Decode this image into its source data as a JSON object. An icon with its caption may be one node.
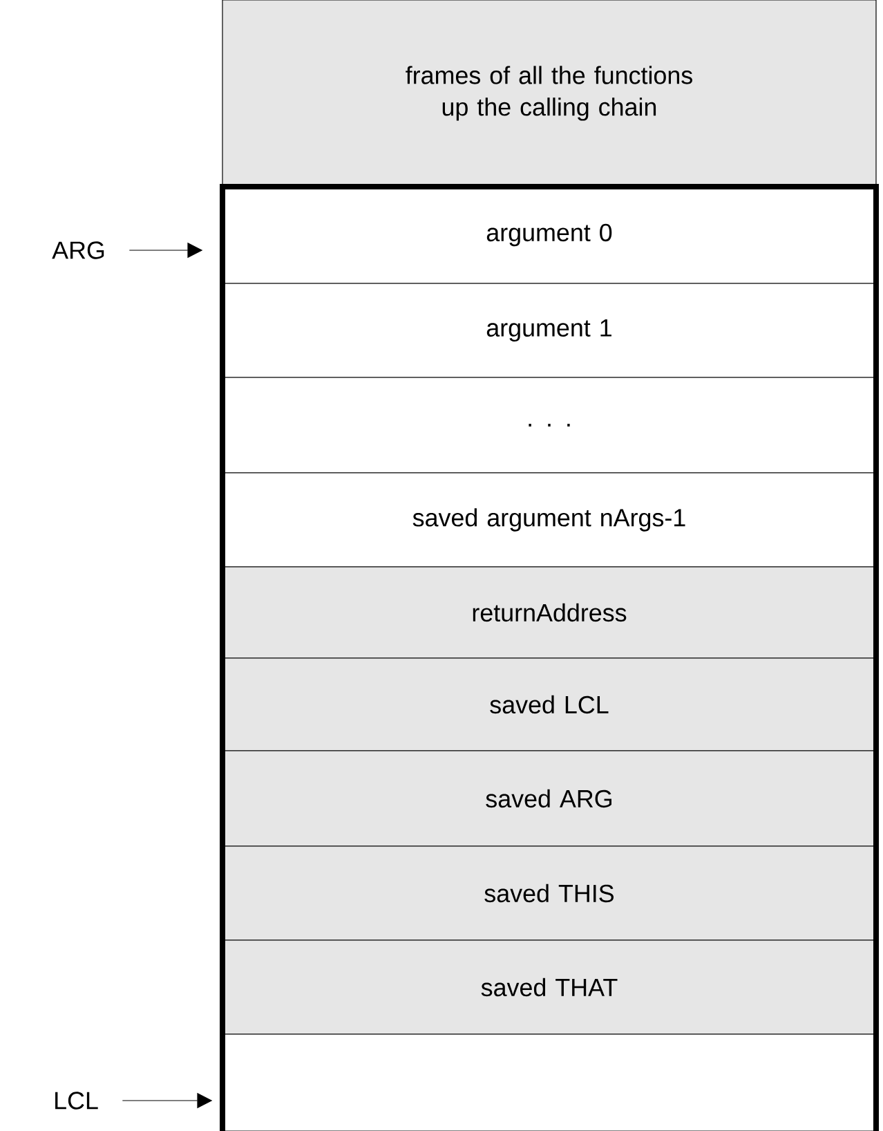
{
  "diagram": {
    "nodes": [
      {
        "text": [
          "frames of all the functions up the calling chain"
        ]
      },
      {
        "text": [
          "argument  0"
        ]
      },
      {
        "text": [
          "argument  1"
        ]
      },
      {
        "text": [
          ". . ."
        ]
      },
      {
        "text": [
          "saved argument nArgs-1"
        ]
      },
      {
        "text": [
          "returnAddress"
        ]
      },
      {
        "text": [
          "saved LCL"
        ]
      },
      {
        "text": [
          "saved ARG"
        ]
      },
      {
        "text": [
          "saved THIS"
        ]
      },
      {
        "text": [
          "saved THAT"
        ]
      },
      {
        "text": [],
        "shape": "box"
      },
      {
        "text": [
          "ARG"
        ]
      },
      {
        "text": [
          "LCL"
        ]
      }
    ],
    "edges": [
      {
        "from": 11,
        "to": 1,
        "arrow": "to"
      },
      {
        "from": 12,
        "to": 10,
        "arrow": "to"
      }
    ]
  }
}
